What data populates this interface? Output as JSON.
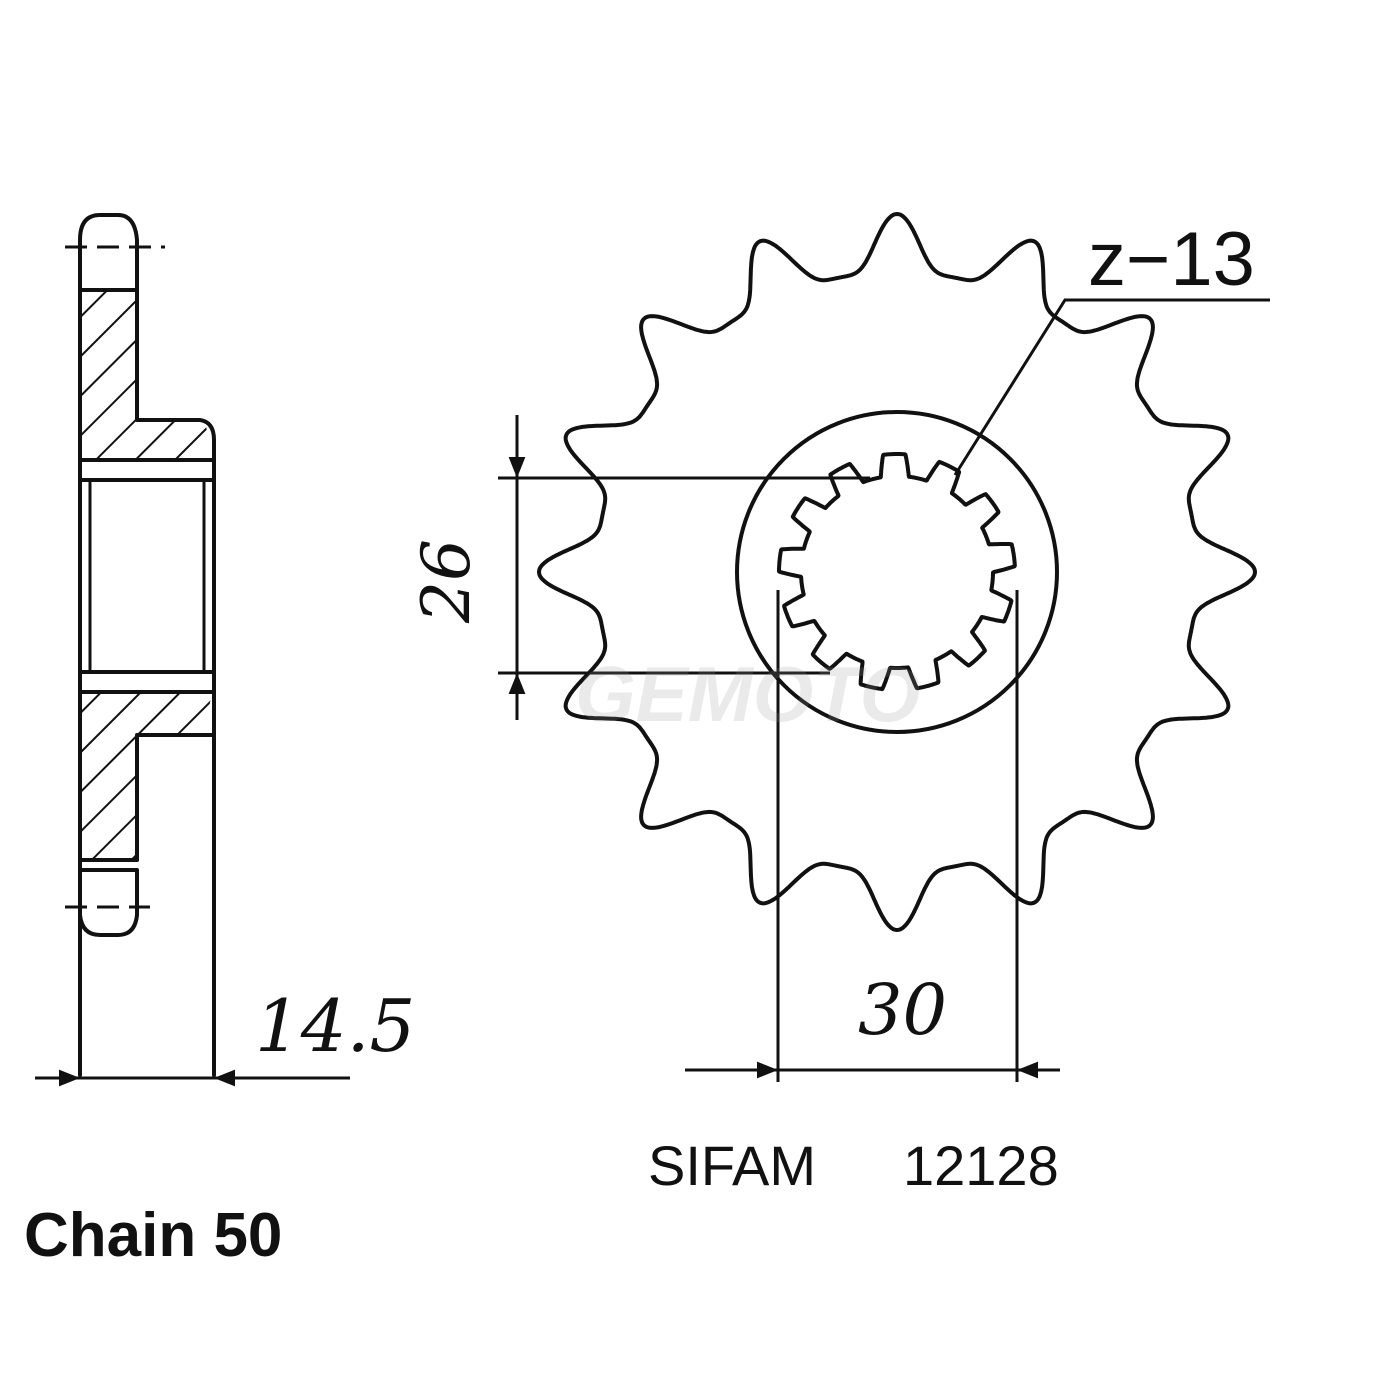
{
  "diagram": {
    "teeth_label": "z−13",
    "dimensions": {
      "hub_width": "14.5",
      "bore_height": "26",
      "bore_width": "30"
    },
    "maker": "SIFAM",
    "part_number": "12128",
    "chain": "Chain 50",
    "watermark": "GEMOTO",
    "line_color": "#111111"
  }
}
